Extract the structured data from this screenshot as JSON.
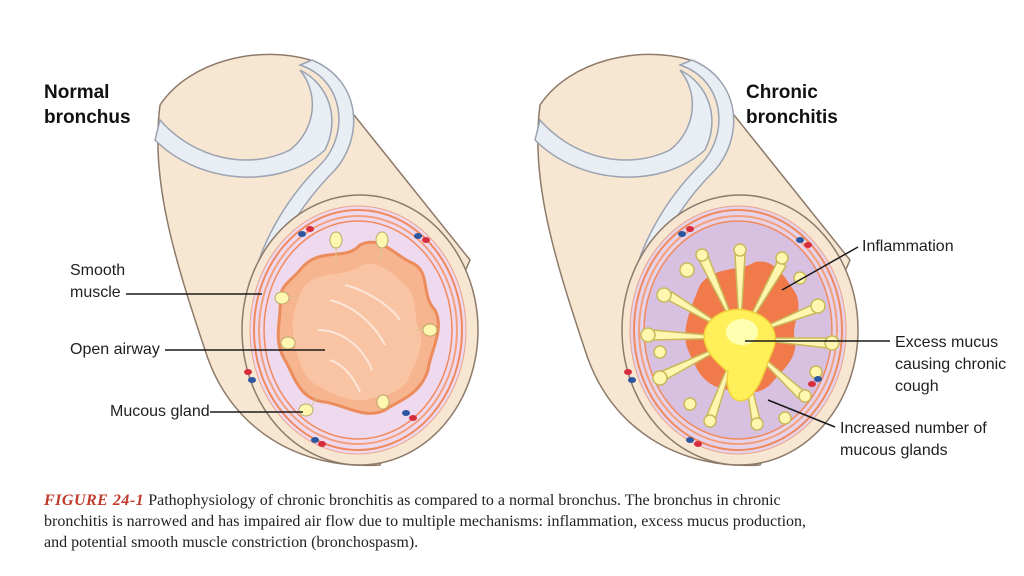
{
  "left": {
    "title_line1": "Normal",
    "title_line2": "bronchus",
    "labels": {
      "smooth_muscle_1": "Smooth",
      "smooth_muscle_2": "muscle",
      "open_airway": "Open airway",
      "mucous_gland": "Mucous gland"
    }
  },
  "right": {
    "title_line1": "Chronic",
    "title_line2": "bronchitis",
    "labels": {
      "inflammation": "Inflammation",
      "excess_mucus_1": "Excess mucus",
      "excess_mucus_2": "causing chronic",
      "excess_mucus_3": "cough",
      "glands_1": "Increased number of",
      "glands_2": "mucous glands"
    }
  },
  "caption": {
    "figure_label": "FIGURE 24-1",
    "line1": "Pathophysiology of chronic bronchitis as compared to a normal bronchus. The bronchus in chronic",
    "line2": "bronchitis is narrowed and has impaired air flow due to multiple mechanisms: inflammation, excess mucus production,",
    "line3": "and potential smooth muscle constriction (bronchospasm)."
  },
  "colors": {
    "tube": "#f7e7d2",
    "band": "#e9edf4",
    "wall": "#f08a5d",
    "lumen": "#f6b48f",
    "lining": "#e6d3ea",
    "mucus": "#fff05a",
    "gland": "#fff7b0"
  }
}
